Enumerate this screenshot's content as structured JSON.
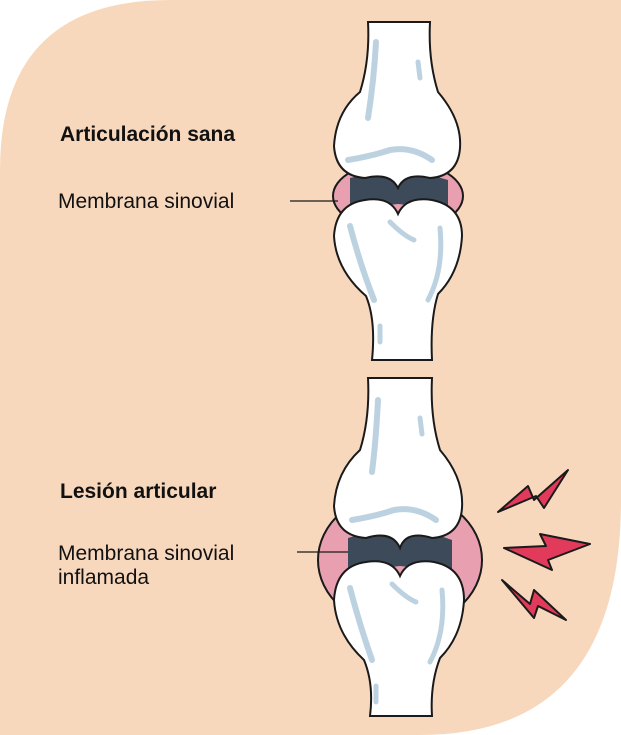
{
  "healthy": {
    "title": "Articulación sana",
    "membrane_label": "Membrana sinovial"
  },
  "injured": {
    "title": "Lesión articular",
    "membrane_label_line1": "Membrana sinovial",
    "membrane_label_line2": "inflamada"
  },
  "colors": {
    "background": "#f8d8bd",
    "bone": "#ffffff",
    "bone_outline": "#1a1a1a",
    "bone_highlight": "#bdd2e0",
    "cartilage": "#3d4a5a",
    "membrane": "#e8a0b0",
    "pain": "#e23a5a"
  },
  "icons": {
    "pain": "lightning-bolt-icon"
  }
}
